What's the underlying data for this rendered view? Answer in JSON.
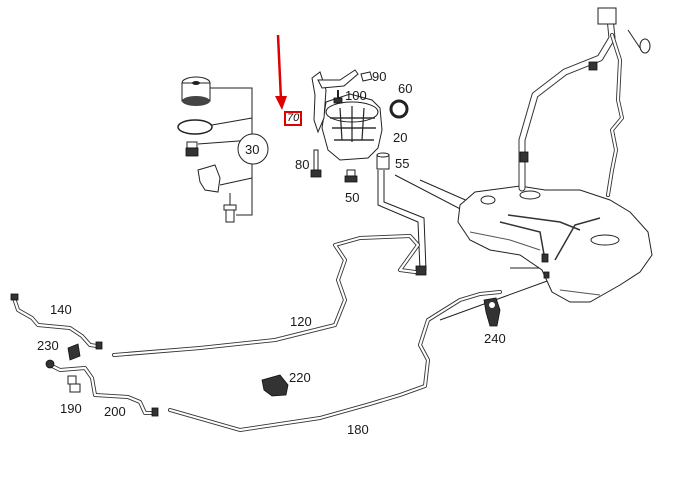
{
  "diagram": {
    "title": "Fuel tank and fuel lines exploded parts diagram",
    "highlight_color": "#e00000",
    "highlighted_callout": "70",
    "callouts": [
      {
        "id": "c90",
        "text": "90"
      },
      {
        "id": "c60",
        "text": "60"
      },
      {
        "id": "c100",
        "text": "100"
      },
      {
        "id": "c70",
        "text": "70"
      },
      {
        "id": "c20",
        "text": "20"
      },
      {
        "id": "c30",
        "text": "30"
      },
      {
        "id": "c80",
        "text": "80"
      },
      {
        "id": "c55",
        "text": "55"
      },
      {
        "id": "c50",
        "text": "50"
      },
      {
        "id": "c140",
        "text": "140"
      },
      {
        "id": "c120",
        "text": "120"
      },
      {
        "id": "c230",
        "text": "230"
      },
      {
        "id": "c240",
        "text": "240"
      },
      {
        "id": "c220",
        "text": "220"
      },
      {
        "id": "c190",
        "text": "190"
      },
      {
        "id": "c200",
        "text": "200"
      },
      {
        "id": "c180",
        "text": "180"
      }
    ],
    "parts": {
      "kit_30": [
        "filter cap",
        "o-ring seal",
        "valve",
        "bracket clip",
        "push pin"
      ],
      "main": [
        "fuel filter housing",
        "mounting bracket",
        "fuel tank",
        "filler neck",
        "fuel lines"
      ]
    }
  }
}
